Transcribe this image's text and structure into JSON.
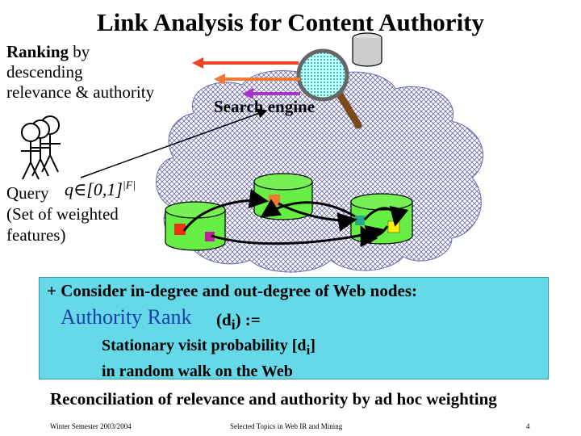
{
  "title": "Link Analysis for Content Authority",
  "ranking": {
    "line1_bold": "Ranking",
    "line1_rest": " by",
    "line2": "descending",
    "line3": "relevance & authority"
  },
  "search_engine_label": "Search engine",
  "query": {
    "label": "Query",
    "formula": "q∈[0,1]",
    "formula_exponent": "|F|",
    "line2": "(Set of weighted",
    "line3": "features)"
  },
  "info": {
    "bullet": "+ Consider in-degree and out-degree of Web nodes:",
    "authority_rank": "Authority Rank",
    "authority_suffix": "(d",
    "authority_sub": "i",
    "authority_end": ") :=",
    "line1": "Stationary visit probability [d",
    "line1_sub": "i",
    "line1_end": "]",
    "line2": "in random walk on the Web"
  },
  "reconciliation": "Reconciliation of relevance and authority by ad hoc weighting",
  "footer": {
    "left": "Winter Semester 2003/2004",
    "middle": "Selected Topics in Web IR and Mining",
    "page": "4"
  },
  "colors": {
    "cloud": "#6a6aaa",
    "node": "#66ee44",
    "info_box": "#66d9e8",
    "authority_text": "#1a3fa8",
    "arrow_red": "#ee4422",
    "arrow_orange": "#f07a33",
    "arrow_purple": "#aa33cc"
  }
}
